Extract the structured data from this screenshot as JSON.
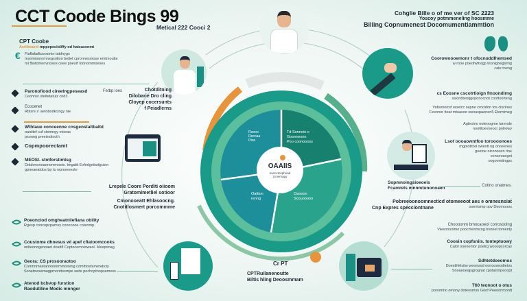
{
  "title": "CCT Coode Bings 99",
  "subtitle": "Metical 222 Cooci 2",
  "top_right": {
    "line1": "Cohglie Bille o of me ver of SC 2223",
    "line2": "Yoscoy potmmeneling hoosmme",
    "line3": "Billing Copnumenest Docomumentiammtion"
  },
  "left": {
    "cpt": {
      "heading": "CPT Coobe",
      "highlight": "Aerliteaonl",
      "highlight_rest": "mppepeciidiffy od hatcasenmt",
      "lines": [
        "Fiaflafadtuoosmin tatdnygs",
        "msnmnonomnegsotion beitet cpronnesmose emtmoutte",
        "mi fbotomenvnoses ceee poesrf tdonommoeses"
      ]
    },
    "bullets": [
      {
        "heading": "Paronofiood cireetngpeseasd",
        "text": "Ceonnsr ufeitetatuiz cnd3"
      },
      {
        "heading": "Ecocenet",
        "text": "Rbtsrs s' aetobodkcingy nie"
      },
      {
        "heading": "Wthtaue conceenne cnsgenstaltbaltd",
        "text": "oaniitef cuf ctomngy etoeas\npsonng preeiestiocth"
      },
      {
        "heading": "Copmpoorectamt",
        "text": ""
      },
      {
        "heading": "MEOSI. stmforstimtsg",
        "text": "Dotdvnonoaonommoste. tmgattt Evfedgeiiodguton\ngpneaeatdos bp tu wpnoeoeste"
      }
    ],
    "leaves": [
      {
        "heading": "Poeonciod omgheatnilefiana obility",
        "text": "Rgesp concopcpamsy conncooe cotenmp."
      },
      {
        "heading": "Coustome dhoesus wl apef cfiatoomcooks",
        "text": "onlteonogenoaet dosdif Coptocemntowaol. Meeponag"
      },
      {
        "heading": "Geora: CS prosooraotoo",
        "text": "Comrmmestannoonrmmoneng comtttosfamerebciy\nSonetovowmagprnonttosmpe wete pochoptnopsemsos"
      },
      {
        "heading": "Atenod bcbvop furstion",
        "text": "Raodutiline Modic mnnger"
      }
    ]
  },
  "callouts": {
    "left_top": [
      "Fetbp ioes",
      "Chotditning",
      "Dilobarie Dro cling",
      "Cloyep cocersunts",
      "f Peiadlerns"
    ],
    "left_mid": [
      "Lrepele Coore Porditi oiioom",
      "Gratomimetliel sotioor",
      "Cmonooeatt Ehlasoocng.",
      "Cnotitlosmert porcommme"
    ],
    "bottom_center": [
      "Cr PT",
      "CPTRuilanenoutte",
      "Biltis hling Deoosmmam"
    ],
    "center_title": "OAAIIS",
    "center_sub": "esenctosphnad\ntcmemagy",
    "wedge1": "Roooo\nRecoaa\nDioo",
    "wedge2": "Td Sonnoio o\nGoonnesnn\nPoo coonoooss",
    "wedge3": "Oattion\nrenng",
    "wedge4": "Oaooon\nSoouooooo"
  },
  "right": {
    "items": [
      {
        "heading": "Coorowoooemonr t ofocnuddlhemsed",
        "text": "w rooe poeofwttvigp teonignegsimg\ncate toeng"
      },
      {
        "heading": "cs Eoosne cscotrtioign fmoondirng",
        "text": "ssionbtenqgoponocnot coottoorteng"
      },
      {
        "heading": "Vofsonoicsf woetcc sepne crocidon tos ciscines",
        "text": "Feeonor tteat mtuasoe swouspaenen5 Etomtmeg"
      },
      {
        "heading": "Agtestno ooteoogme tarende",
        "text": "nootitoevoeocr potrowy"
      },
      {
        "heading": "Lsot oooaowntfoo toroooonoes",
        "text": "mgptotitod owentt ng onoeenes\ngootoe oiconoocn tine\nvonceoseget\noogoomtingps"
      },
      {
        "heading": "Cotlno onatmes.",
        "text": ""
      },
      {
        "heading": "Pobreeoonoomnecticd otomeeoot aes e omnesnsiat",
        "text": "ooentsmp opv Deomooos"
      },
      {
        "heading": "Choooonm bmocaoeol corrosoolng",
        "text": "Vieeonoolmo poocmenmcng bvonet tomenty"
      },
      {
        "heading": "Coosin copfsniis. tonteptoowy",
        "text": "Catol ooenentor poetrg wooopcorcas"
      },
      {
        "heading": "Sdhtetdoeomos",
        "text": "Doestlifelsitw weonood oonooseodietos\nSnoaeoeajsgrognat cpotanmpeoopt"
      },
      {
        "heading": "T60 teonoot o otus",
        "text": "pooomno omony doteosmsn Goof Peeoontoontt"
      }
    ],
    "mid_callout": [
      "Sopmnoingsioeoeis",
      "Fcamrets mnnmtunonoaen"
    ],
    "mid_left_callout": "Cnp Expres specciontnane"
  },
  "colors": {
    "teal": "#1a8f84",
    "teal_dark": "#0f6f68",
    "green": "#56b08c",
    "orange": "#e8943a",
    "navy": "#1e2a40",
    "mint": "#cfe9e1"
  }
}
